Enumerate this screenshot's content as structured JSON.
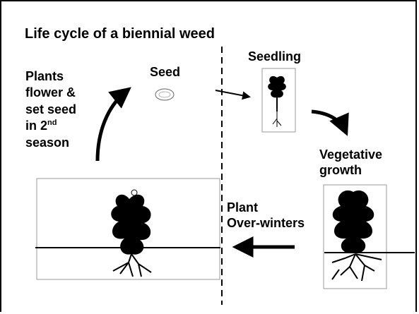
{
  "title": "Life cycle of a biennial weed",
  "stages": {
    "flower": {
      "line1": "Plants",
      "line2": "flower &",
      "line3": "set seed",
      "line4_main": "in 2",
      "line4_sup": "nd",
      "line5": "season"
    },
    "seed": "Seed",
    "seedling": "Seedling",
    "vegetative": {
      "line1": "Vegetative",
      "line2": "growth"
    },
    "overwinter": {
      "line1": "Plant",
      "line2": "Over-winters"
    }
  }
}
